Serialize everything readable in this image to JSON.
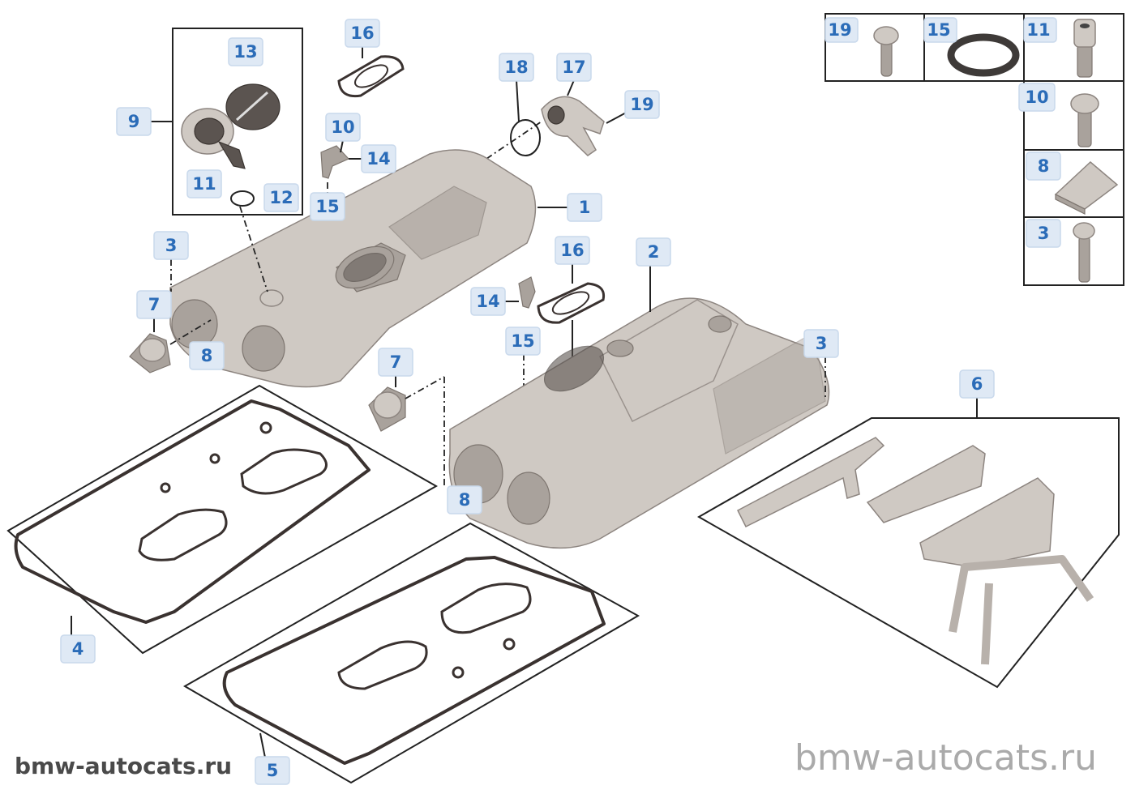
{
  "watermark_top": "bmw-autocats.ru",
  "watermark_bottom": "bmw-autocats.ru",
  "callouts": {
    "c1": "1",
    "c2": "2",
    "c3a": "3",
    "c3b": "3",
    "c4": "4",
    "c5": "5",
    "c6": "6",
    "c7a": "7",
    "c7b": "7",
    "c8a": "8",
    "c8b": "8",
    "c9": "9",
    "c10": "10",
    "c11": "11",
    "c12": "12",
    "c13": "13",
    "c14a": "14",
    "c14b": "14",
    "c15a": "15",
    "c15b": "15",
    "c16a": "16",
    "c16b": "16",
    "c17": "17",
    "c18": "18",
    "c19": "19"
  },
  "legend": {
    "l19": "19",
    "l15": "15",
    "l11": "11",
    "l10": "10",
    "l8": "8",
    "l3": "3"
  }
}
